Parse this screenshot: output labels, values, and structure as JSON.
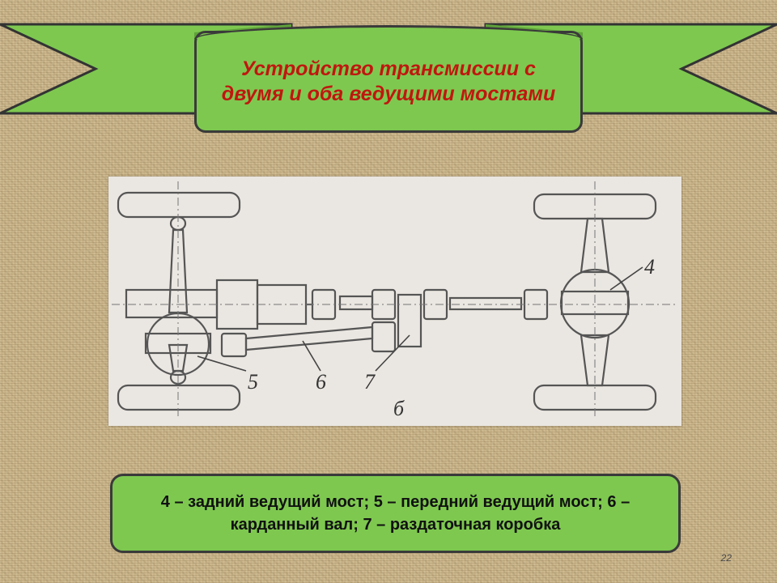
{
  "slide": {
    "title": "Устройство трансмиссии с двумя и оба ведущими мостами",
    "legend": "4 – задний ведущий мост; 5 – передний ведущий мост; 6 – карданный вал; 7 – раздаточная коробка",
    "page_number": "22"
  },
  "diagram": {
    "callouts": [
      "4",
      "5",
      "6",
      "7"
    ],
    "caption": "б"
  },
  "colors": {
    "banner_green": "#7ec850",
    "title_red": "#c0170f",
    "burlap_background": "#c9b48a"
  }
}
